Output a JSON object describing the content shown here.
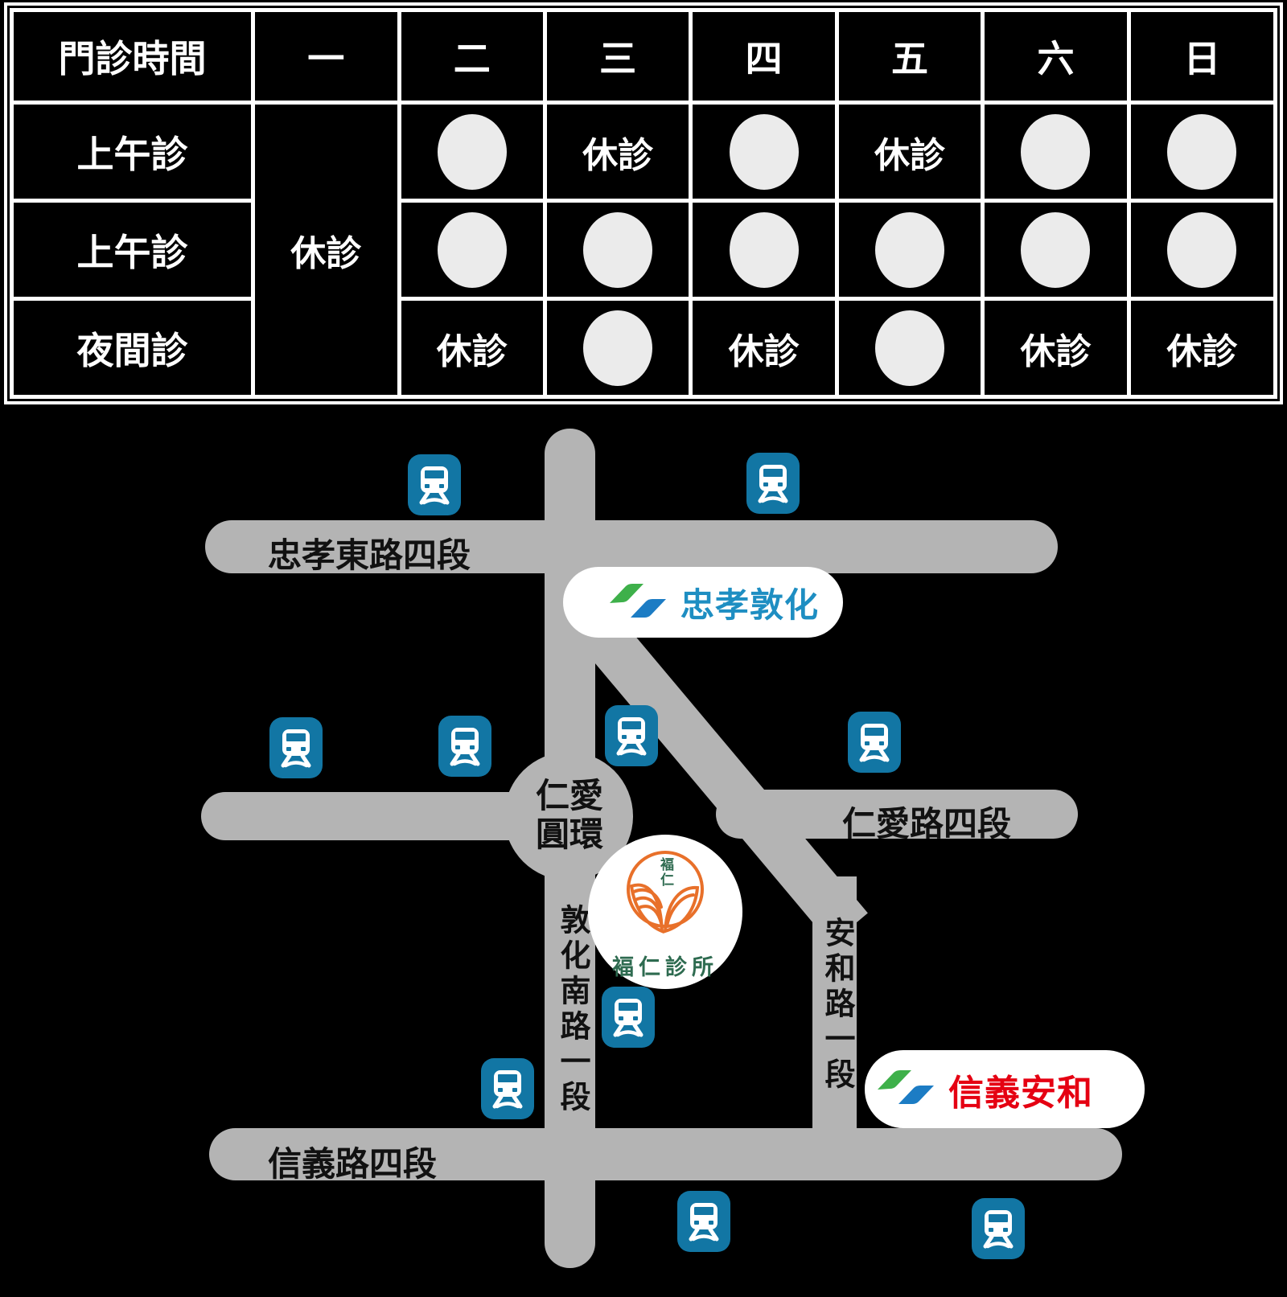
{
  "schedule_table": {
    "header": [
      "門診時間",
      "一",
      "二",
      "三",
      "四",
      "五",
      "六",
      "日"
    ],
    "monday_closed": "休診",
    "closed_text": "休診",
    "rows": [
      {
        "label": "上午診",
        "cells": [
          "open",
          "closed",
          "open",
          "closed",
          "open",
          "open"
        ]
      },
      {
        "label": "上午診",
        "cells": [
          "open",
          "open",
          "open",
          "open",
          "open",
          "open"
        ]
      },
      {
        "label": "夜間診",
        "cells": [
          "closed",
          "open",
          "closed",
          "open",
          "closed",
          "closed"
        ]
      }
    ]
  },
  "map": {
    "road_labels": {
      "zhongxiao_east": "忠孝東路四段",
      "renai": "仁愛路四段",
      "xinyi": "信義路四段",
      "dunhua_south": "敦化南路一段",
      "anhe": "安和路一段"
    },
    "roundabout": {
      "line1": "仁愛",
      "line2": "圓環"
    },
    "stations": {
      "zhongxiao_dunhua": {
        "name": "忠孝敦化",
        "text_color": "#1e8ec2"
      },
      "xinyi_anhe": {
        "name": "信義安和",
        "text_color": "#e50012"
      }
    },
    "clinic": {
      "seal_text": "褔仁",
      "name": "褔仁診所"
    },
    "icons": {
      "train": "train-icon",
      "mrt_logo": "mrt-logo-icon",
      "clinic_logo": "clinic-leaf-logo-icon"
    }
  },
  "colors": {
    "background": "#000000",
    "table_border": "#ffffff",
    "table_text": "#ffffff",
    "open_circle": "#ebebeb",
    "road": "#b4b4b4",
    "road_text": "#111111",
    "train_icon_blue": "#1276a4",
    "mrt_green": "#3eb04a",
    "mrt_blue": "#1c7cc4",
    "clinic_orange": "#e8702a",
    "clinic_green": "#2e6b50"
  }
}
